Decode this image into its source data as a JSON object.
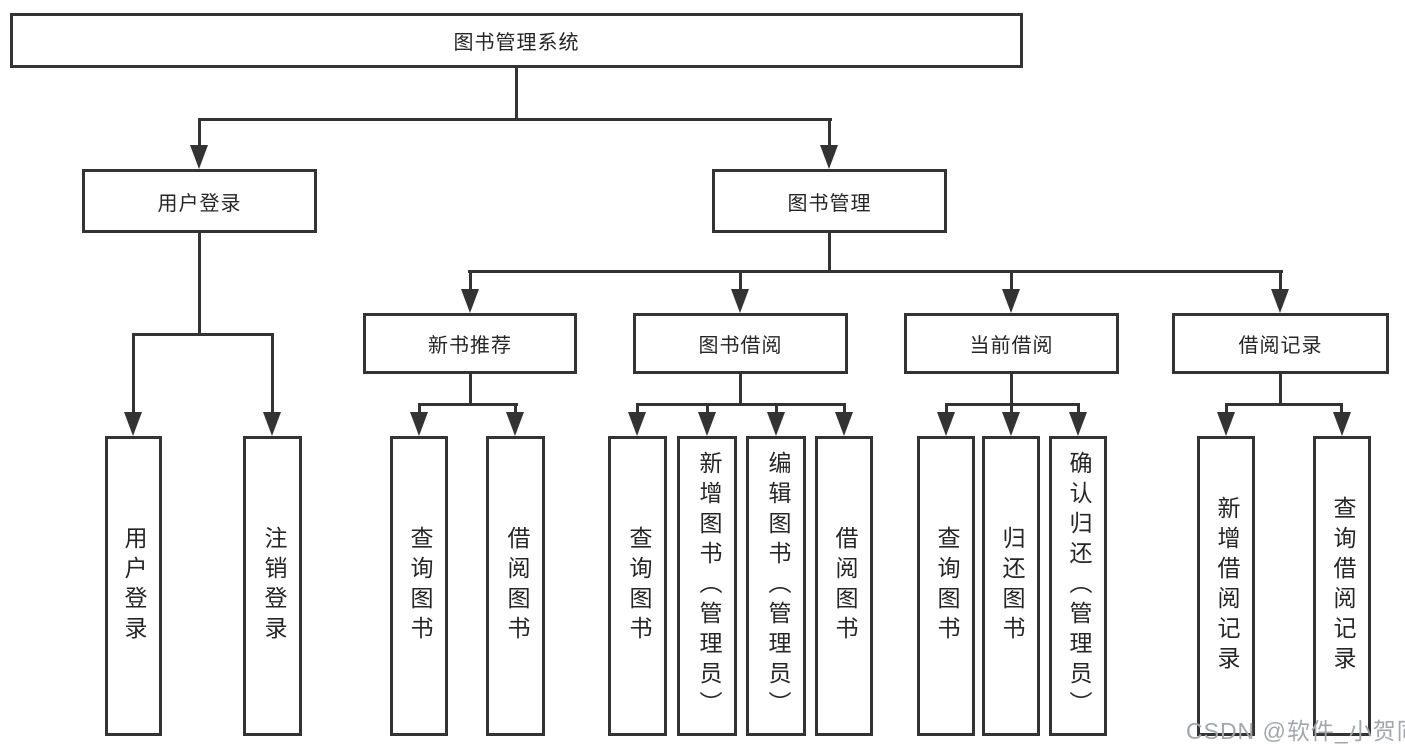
{
  "diagram": {
    "type": "tree",
    "root": "图书管理系统",
    "branches": [
      {
        "label": "用户登录",
        "children": [
          "用户登录",
          "注销登录"
        ]
      },
      {
        "label": "图书管理",
        "groups": [
          {
            "label": "新书推荐",
            "children": [
              "查询图书",
              "借阅图书"
            ]
          },
          {
            "label": "图书借阅",
            "children": [
              "查询图书",
              "新增图书（管理员）",
              "编辑图书（管理员）",
              "借阅图书"
            ]
          },
          {
            "label": "当前借阅",
            "children": [
              "查询图书",
              "归还图书",
              "确认归还（管理员）"
            ]
          },
          {
            "label": "借阅记录",
            "children": [
              "新增借阅记录",
              "查询借阅记录"
            ]
          }
        ]
      }
    ]
  },
  "watermark": {
    "text": "CSDN @软件_小贺同学",
    "color": "#a3a7ab"
  },
  "colors": {
    "line": "#333333",
    "box_background": "#ffffff",
    "text": "#262626"
  }
}
